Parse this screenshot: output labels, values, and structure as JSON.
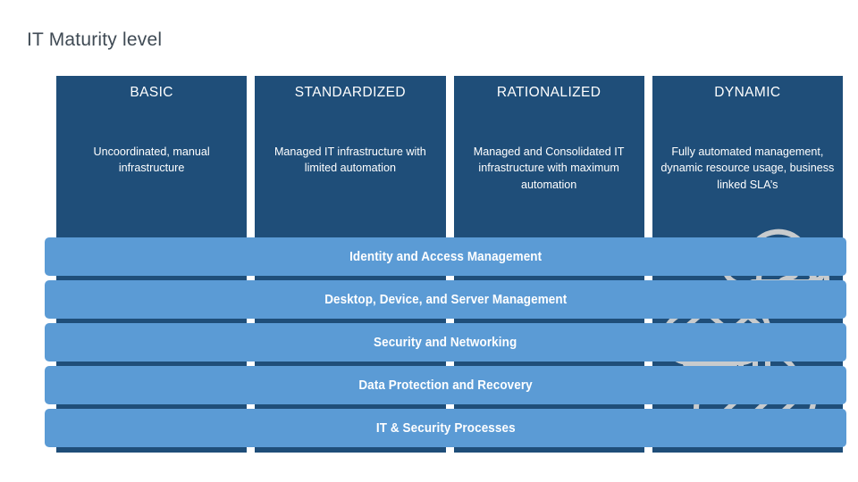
{
  "slide": {
    "title": "IT Maturity level",
    "background_color": "#ffffff",
    "title_color": "#3f4a54"
  },
  "colors": {
    "column_dark_blue": "#1f4e79",
    "bar_light_blue": "#5b9bd5",
    "text_white": "#ffffff",
    "watermark_gray": "#c8cbcd"
  },
  "maturity_columns": [
    {
      "title": "BASIC",
      "description": "Uncoordinated, manual infrastructure"
    },
    {
      "title": "STANDARDIZED",
      "description": "Managed IT infrastructure with limited automation"
    },
    {
      "title": "RATIONALIZED",
      "description": "Managed and Consolidated IT infrastructure with maximum automation"
    },
    {
      "title": "DYNAMIC",
      "description": "Fully automated management, dynamic resource usage, business linked SLA’s"
    }
  ],
  "capability_bars": [
    {
      "label": "Identity and Access Management"
    },
    {
      "label": "Desktop, Device, and Server Management"
    },
    {
      "label": "Security and Networking"
    },
    {
      "label": "Data Protection and Recovery"
    },
    {
      "label": "IT & Security Processes"
    }
  ],
  "decoration": {
    "watermark_name": "cloud-globe-houses-watermark"
  }
}
